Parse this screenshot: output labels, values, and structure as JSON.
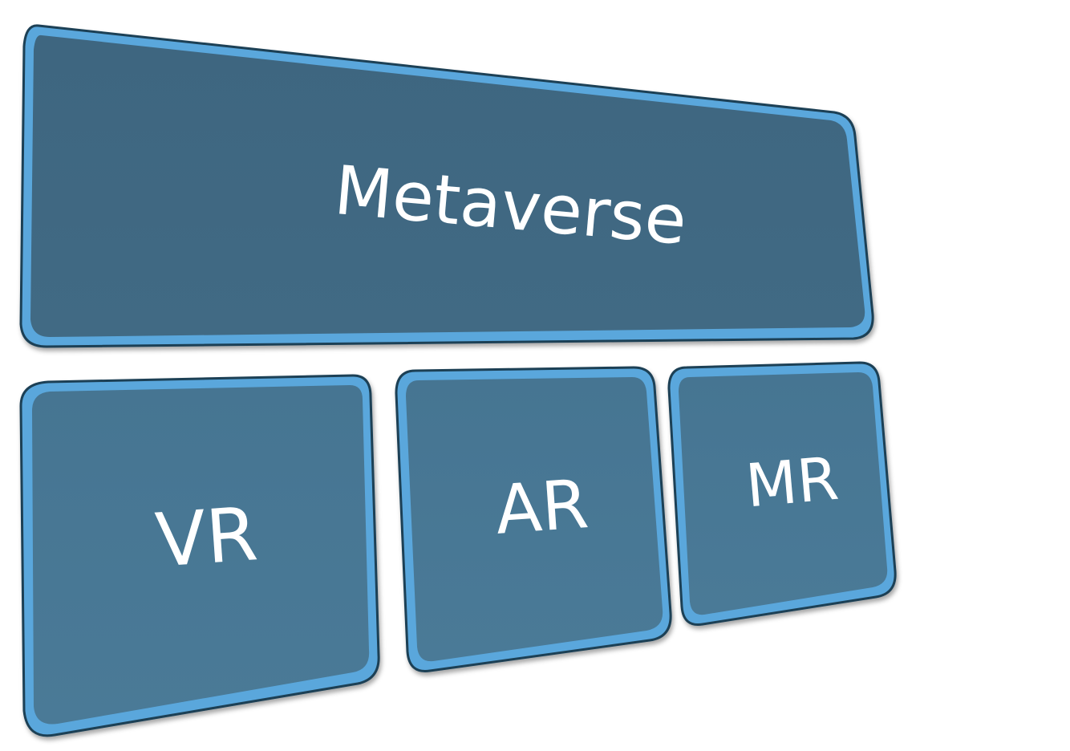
{
  "diagram": {
    "top_block": {
      "label": "Metaverse"
    },
    "bottom_blocks": [
      {
        "label": "VR"
      },
      {
        "label": "AR"
      },
      {
        "label": "MR"
      }
    ]
  },
  "colors": {
    "top_fill": "#3f6882",
    "bottom_fill": "#487894",
    "bevel_highlight": "#5aa7dc",
    "outline": "#1d3f55",
    "text": "#ffffff"
  }
}
